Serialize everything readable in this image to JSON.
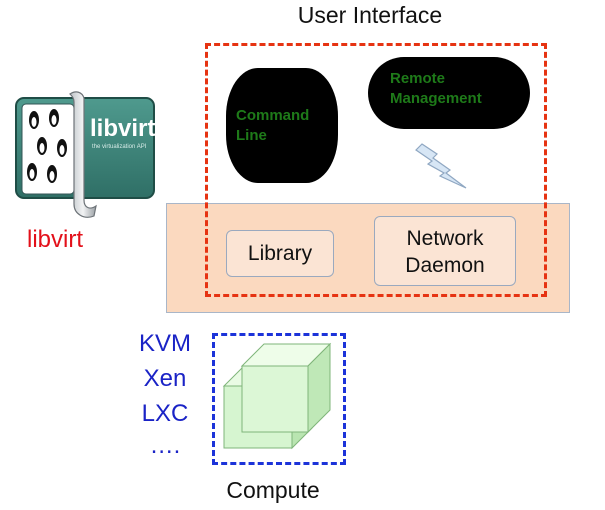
{
  "title": "User Interface",
  "ui": {
    "command_line": [
      "Command",
      "Line"
    ],
    "remote_management": [
      "Remote",
      "Management"
    ]
  },
  "libvirt": {
    "library": "Library",
    "network_daemon": [
      "Network",
      "Daemon"
    ],
    "label": "libvirt",
    "logo_text": "libvirt",
    "logo_subtext": "the virtualization API"
  },
  "hypervisors": [
    "KVM",
    "Xen",
    "LXC",
    "…."
  ],
  "compute_label": "Compute",
  "colors": {
    "ui_dashed_border": "#e63312",
    "compute_dashed_border": "#1c33d9",
    "libvirt_band": "#fbd9bf",
    "pill_fill": "#000000",
    "pill_text": "#1e7a19",
    "libvirt_label": "#e3101a",
    "hypervisor_text": "#1a23c6",
    "cube_fill": "#d6f5d0"
  },
  "icons": [
    "libvirt-logo-icon",
    "lightning-bolt-icon",
    "cube-icon"
  ]
}
